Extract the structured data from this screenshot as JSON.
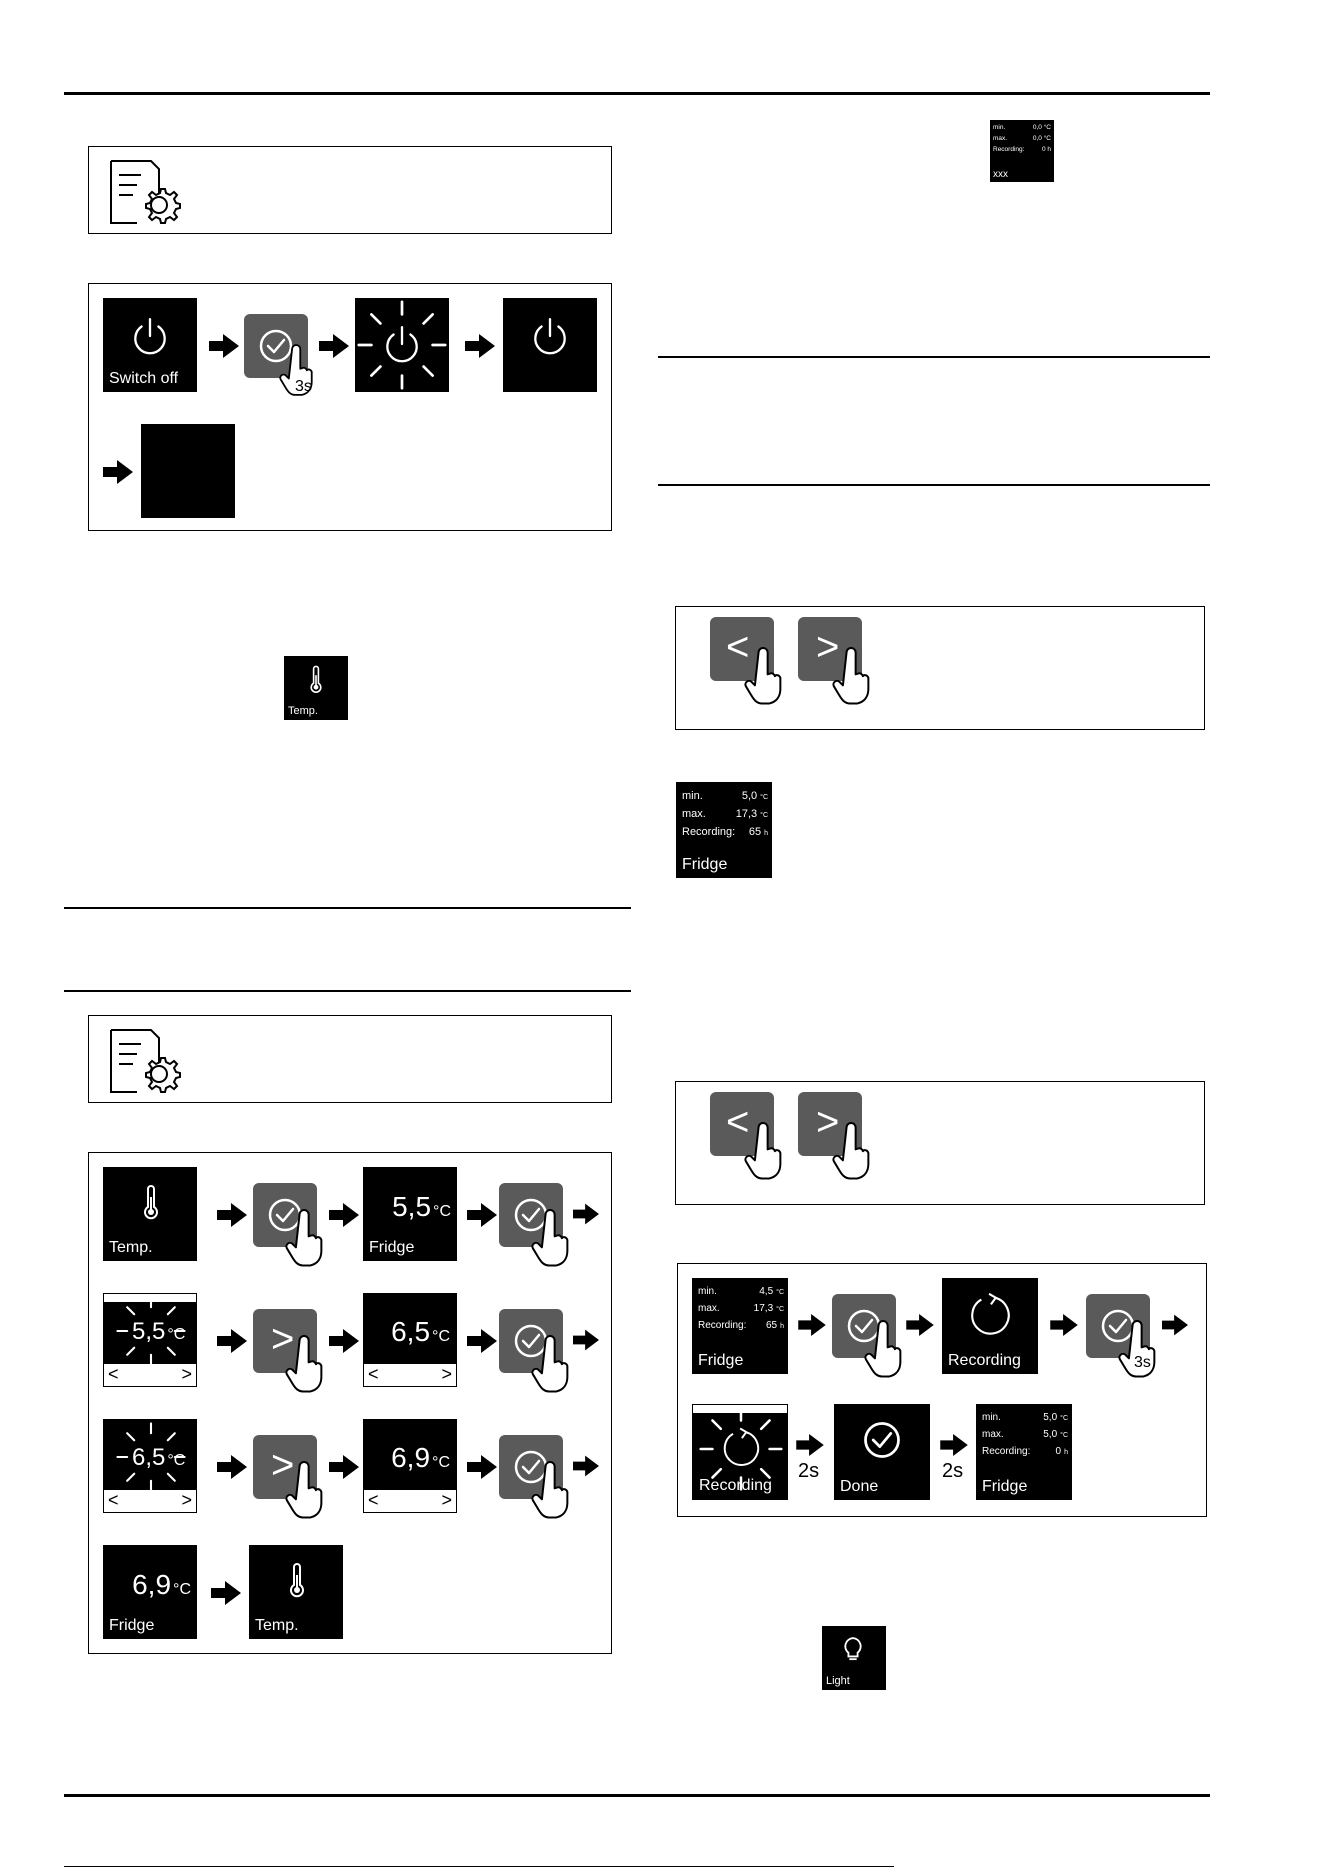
{
  "labels": {
    "switch_off": "Switch off",
    "temp": "Temp.",
    "fridge": "Fridge",
    "recording": "Recording",
    "done": "Done",
    "light": "Light",
    "xxx": "xxx",
    "hold_3s": "3s",
    "wait_2s": "2s",
    "unit_c": "°C",
    "unit_h": "h"
  },
  "temperature_steps": {
    "initial": "5,5",
    "after_first": "6,5",
    "final": "6,9",
    "blink_1": "5,5",
    "blink_2": "6,5"
  },
  "top_recording_tile": {
    "min_label": "min.",
    "min_value": "0,0",
    "max_label": "max.",
    "max_value": "0,0",
    "rec_label": "Recording:",
    "rec_value": "0"
  },
  "fridge_recording_tile": {
    "min_label": "min.",
    "min_value": "5,0",
    "max_label": "max.",
    "max_value": "17,3",
    "rec_label": "Recording:",
    "rec_value": "65"
  },
  "reset_sequence": {
    "start": {
      "min_value": "4,5",
      "max_value": "17,3",
      "rec_value": "65"
    },
    "end": {
      "min_value": "5,0",
      "max_value": "5,0",
      "rec_value": "0"
    }
  },
  "colors": {
    "screen": "#000000",
    "button": "#5a5a5a",
    "rule": "#000000"
  }
}
